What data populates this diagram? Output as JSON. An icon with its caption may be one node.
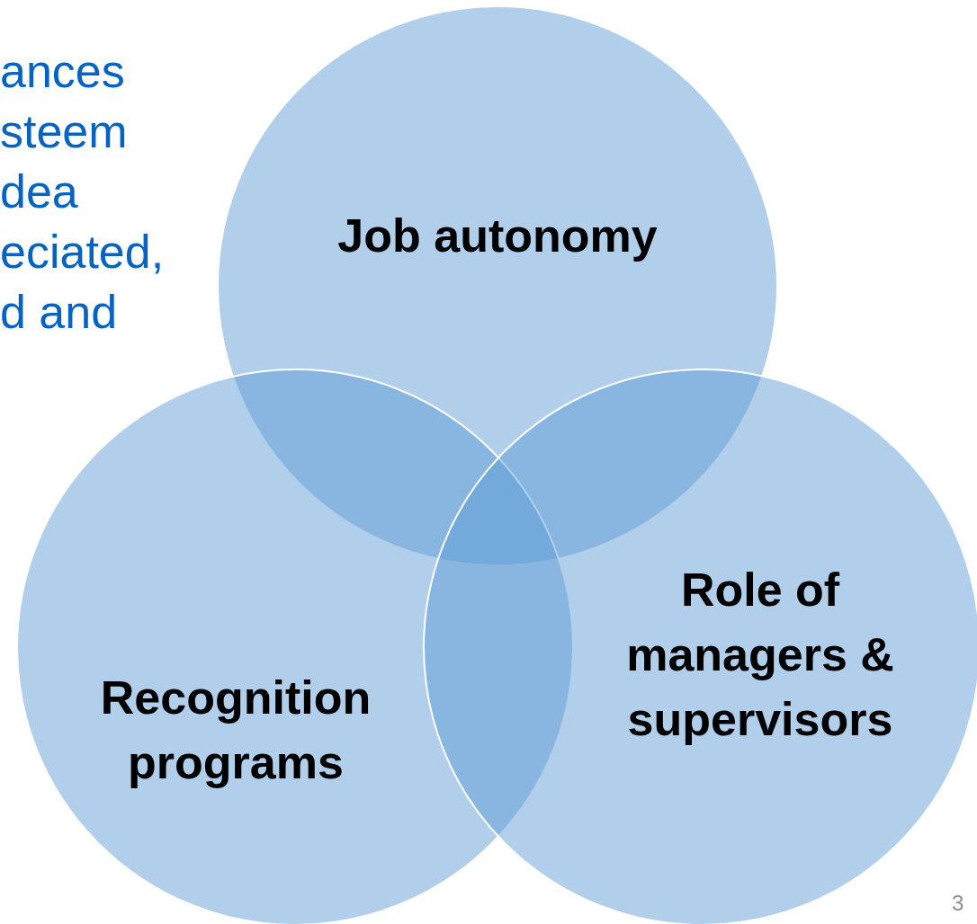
{
  "diagram": {
    "nodes": [
      {
        "text": [
          "Job autonomy"
        ]
      },
      {
        "text": [
          "Recognition programs"
        ]
      },
      {
        "text": [
          "Role of managers & supervisors"
        ]
      }
    ],
    "labels": [
      "ances steem dea eciated, d and",
      "3"
    ]
  }
}
